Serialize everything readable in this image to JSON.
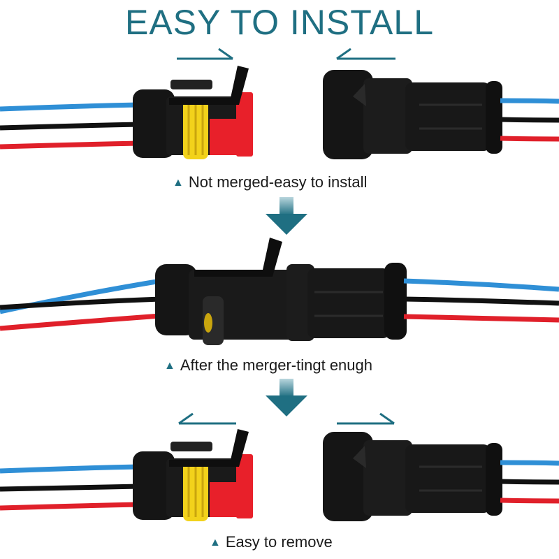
{
  "title": "EASY TO INSTALL",
  "steps": [
    {
      "caption": "Not merged-easy to install"
    },
    {
      "caption": "After the merger-tingt enugh"
    },
    {
      "caption": "Easy to remove"
    }
  ],
  "colors": {
    "accent": "#1f6f82",
    "wire_blue": "#2f8fd6",
    "wire_black": "#111111",
    "wire_red": "#e0202a",
    "connector_body": "#151515",
    "seal_yellow": "#f2d21b",
    "lock_red": "#e8202a"
  },
  "icons": [
    "triangle-up-icon",
    "arrow-left-icon",
    "arrow-right-icon",
    "arrow-down-icon"
  ]
}
